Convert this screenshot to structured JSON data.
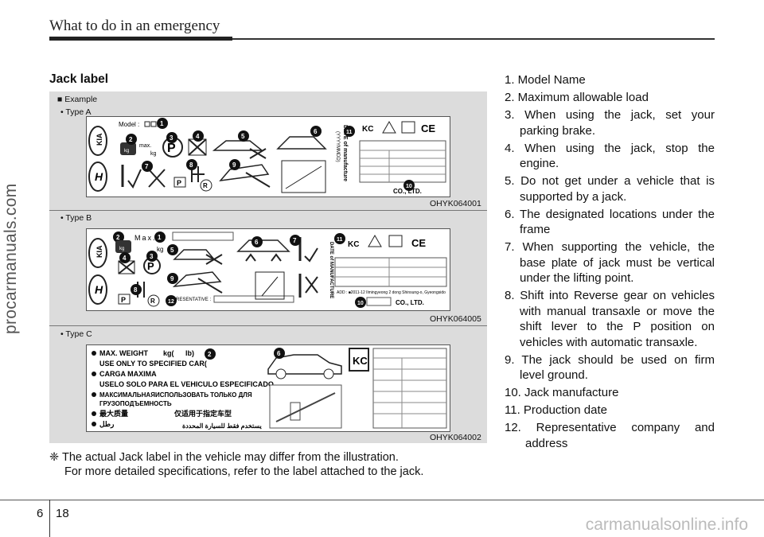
{
  "header": {
    "title": "What to do in an emergency"
  },
  "watermark_side": "procarmanuals.com",
  "section_title": "Jack label",
  "example_heading": "■ Example",
  "types": [
    {
      "label": "• Type A",
      "code": "OHYK064001"
    },
    {
      "label": "• Type B",
      "code": "OHYK064005"
    },
    {
      "label": "• Type C",
      "code": "OHYK064002"
    }
  ],
  "label_a": {
    "model": "Model :",
    "max": "max.",
    "kg": "kg",
    "date_text": "DATE of manufacture",
    "date_fmt": "(YYYYMMDD)",
    "company": "CO., LTD."
  },
  "label_b": {
    "max": "Max.",
    "kg": "kg",
    "representative": "RESENTATIVE :",
    "company": "CO., LTD.",
    "date_text": "DATE of MANUFACTURE",
    "address": "ADD : ■2011-12  Ilmingyeong 2 dong Shinsung-o, Gyeongsido"
  },
  "label_c": {
    "line1": "MAX. WEIGHT",
    "line1b": "kg(",
    "line1c": "lb)",
    "line2": "USE ONLY TO SPECIFIED CAR(",
    "line3": "CARGA MAXIMA",
    "line4": "USELO SOLO PARA EL VEHICULO ESPECIFICADO",
    "line5": "МАКСИМАЛЬНАЯИСПОЛЬЗОВАТЬ ТОЛЬКО ДЛЯ",
    "line6": "ГРУЗОПОДЪЕМНОСТЬ",
    "line7": "最大质量",
    "line7b": "仅适用于指定车型",
    "line8": "رطل",
    "line9": "يستخدم فقط للسيارة المحددة"
  },
  "note": {
    "symbol": "❈",
    "line1": "The actual Jack label in the vehicle may differ from the illustration.",
    "line2": "For more detailed specifications, refer to the label attached to the jack."
  },
  "legend": [
    "1. Model Name",
    "2. Maximum allowable load",
    "3. When using the jack, set your parking brake.",
    "4. When using the jack, stop the engine.",
    "5. Do not get under a vehicle that is supported by a jack.",
    "6. The designated locations under the frame",
    "7. When supporting the vehicle, the base plate of jack must be vertical under the lifting point.",
    "8. Shift into Reverse gear on vehicles with manual transaxle or move the shift lever to the P position on vehicles with automatic transaxle.",
    "9. The jack should be used on firm level ground.",
    "10. Jack manufacture",
    "11. Production date",
    "12. Representative company and address"
  ],
  "footer": {
    "chapter": "6",
    "page": "18",
    "watermark": "carmanualsonline.info"
  }
}
